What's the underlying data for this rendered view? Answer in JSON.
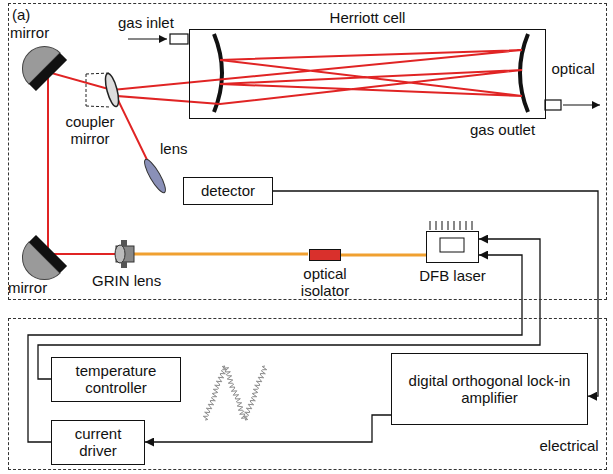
{
  "diagram": {
    "nodes": [
      {
        "text": [
          "optical"
        ]
      },
      {
        "text": [
          "Herriott cell"
        ],
        "in": 0
      },
      {
        "text": [
          "detector"
        ],
        "in": 0
      },
      {
        "text": [
          "optical isolator"
        ],
        "in": 0
      },
      {
        "text": [
          "DFB laser"
        ],
        "in": 0
      },
      {
        "text": [
          "electrical"
        ]
      },
      {
        "text": [
          "temperature controller"
        ],
        "in": 5
      },
      {
        "text": [
          "current driver"
        ],
        "in": 5
      },
      {
        "text": [
          "digital orthogonal lock-in amplifier"
        ],
        "in": 5
      }
    ],
    "edges": [
      {
        "from": 4,
        "to": 3,
        "arrow": "none"
      },
      {
        "from": 2,
        "to": 8,
        "arrow": "to"
      },
      {
        "from": 8,
        "to": 7,
        "arrow": "to"
      },
      {
        "from": 7,
        "to": 4,
        "arrow": "to"
      },
      {
        "from": 6,
        "to": 4,
        "arrow": "to"
      }
    ],
    "labels": [
      "(a)",
      "mirror",
      "gas inlet",
      "coupler mirror",
      "lens",
      "mirror",
      "GRIN lens",
      "gas outlet"
    ]
  }
}
